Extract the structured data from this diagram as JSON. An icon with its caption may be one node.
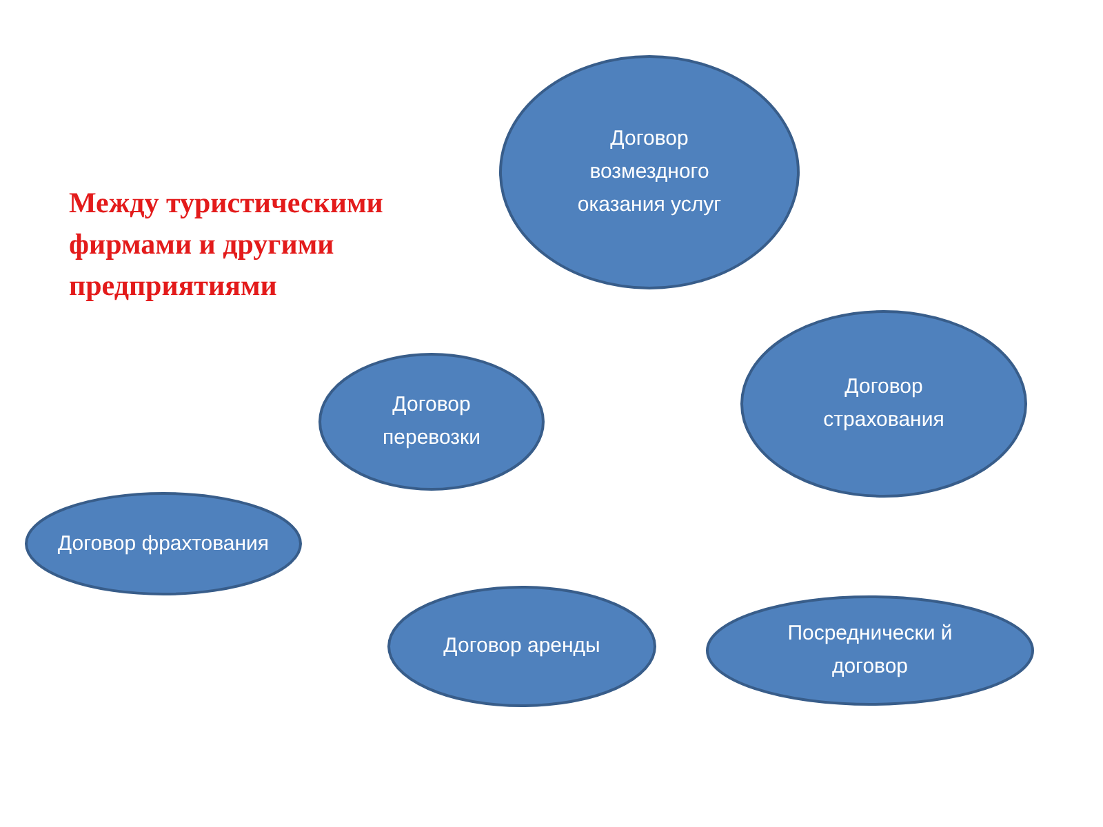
{
  "diagram": {
    "title": "Между туристическими фирмами и другими предприятиями",
    "nodes": [
      {
        "text": [
          "Договор возмездного оказания услуг"
        ]
      },
      {
        "text": [
          "Договор страхования"
        ]
      },
      {
        "text": [
          "Договор перевозки"
        ]
      },
      {
        "text": [
          "Договор фрахтования"
        ]
      },
      {
        "text": [
          "Договор аренды"
        ]
      },
      {
        "text": [
          "Посреднически й договор"
        ]
      }
    ]
  }
}
